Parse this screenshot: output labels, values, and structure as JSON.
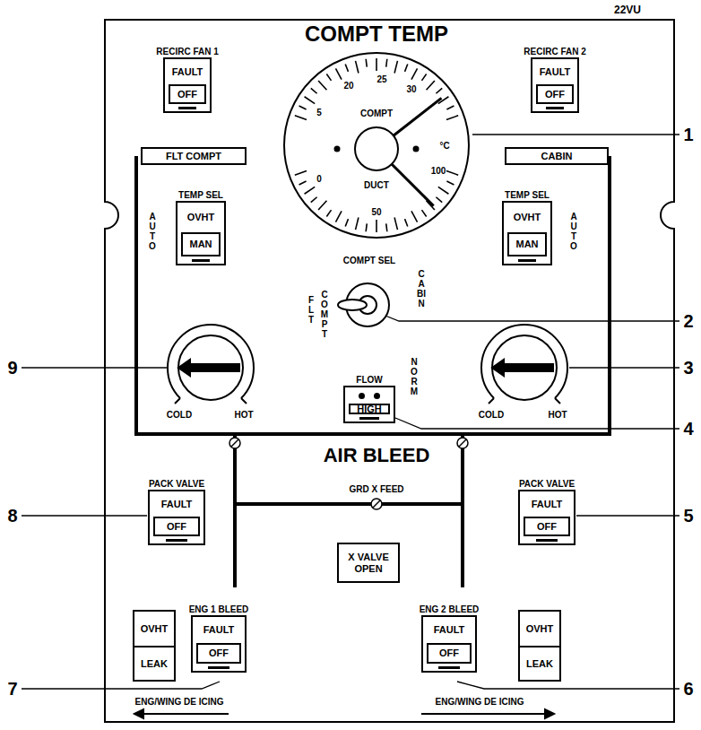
{
  "diagram": {
    "nodes": [
      {
        "text": [
          "RECIRC FAN 1",
          "FAULT",
          "OFF"
        ]
      },
      {
        "text": [
          "5",
          "20",
          "25",
          "30",
          "COMPT",
          "°C",
          "0",
          "50",
          "100",
          "DUCT"
        ]
      },
      {
        "text": [
          "RECIRC FAN 2",
          "FAULT",
          "OFF"
        ]
      },
      {
        "text": [
          "FLT COMPT"
        ]
      },
      {
        "text": [
          "CABIN"
        ]
      },
      {
        "text": [
          "TEMP SEL",
          "OVHT",
          "MAN"
        ]
      },
      {
        "text": [
          "TEMP SEL",
          "OVHT",
          "MAN"
        ]
      },
      {
        "text": [
          "FLOW",
          "HIGH"
        ]
      },
      {
        "text": [
          "PACK VALVE",
          "FAULT",
          "OFF"
        ]
      },
      {
        "text": [
          "PACK VALVE",
          "FAULT",
          "OFF"
        ]
      },
      {
        "text": [
          "X VALVE OPEN"
        ]
      },
      {
        "text": [
          "OVHT",
          "LEAK"
        ]
      },
      {
        "text": [
          "ENG 1 BLEED",
          "FAULT",
          "OFF"
        ]
      },
      {
        "text": [
          "ENG 2 BLEED",
          "FAULT",
          "OFF"
        ]
      },
      {
        "text": [
          "OVHT",
          "LEAK"
        ]
      }
    ],
    "labels": [
      "22VU",
      "COMPT TEMP",
      "AUTO",
      "AUTO",
      "COMPT SEL",
      "FLT",
      "COMPT",
      "CABIN",
      "COLD",
      "HOT",
      "COLD",
      "HOT",
      "NORM",
      "AIR BLEED",
      "GRD X FEED",
      "ENG/WING DE ICING",
      "ENG/WING DE ICING",
      "1",
      "2",
      "3",
      "4",
      "5",
      "6",
      "7",
      "8",
      "9"
    ]
  }
}
